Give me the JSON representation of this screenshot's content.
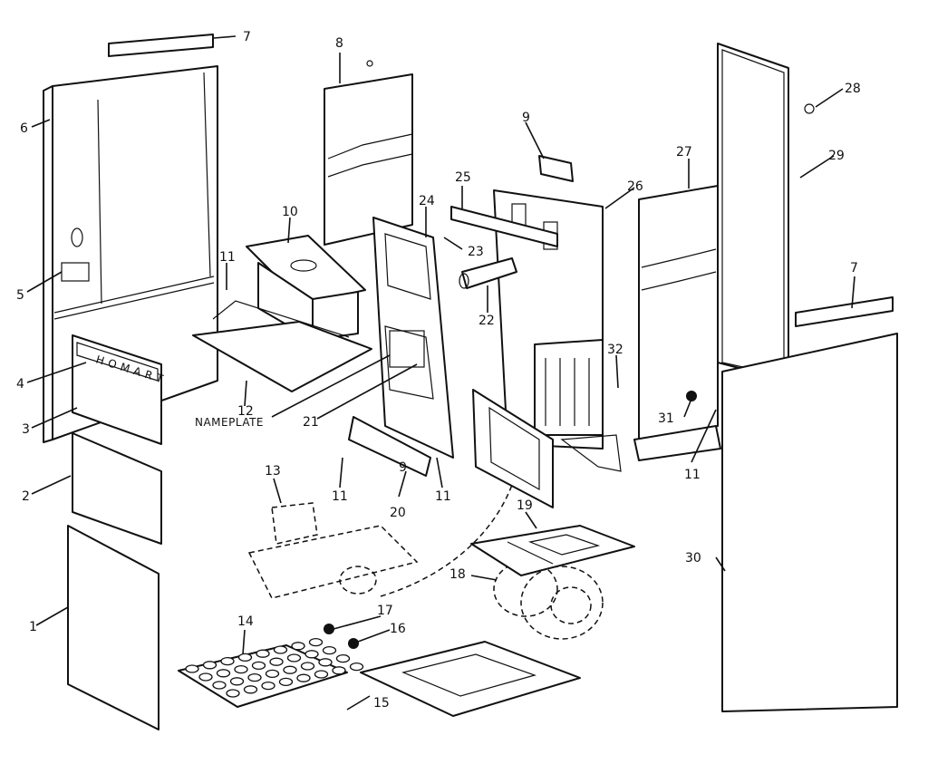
{
  "diagram": {
    "callouts": [
      {
        "id": "1",
        "text": "1"
      },
      {
        "id": "2",
        "text": "2"
      },
      {
        "id": "3",
        "text": "3"
      },
      {
        "id": "4",
        "text": "4"
      },
      {
        "id": "5",
        "text": "5"
      },
      {
        "id": "6",
        "text": "6"
      },
      {
        "id": "7a",
        "text": "7"
      },
      {
        "id": "7b",
        "text": "7"
      },
      {
        "id": "8",
        "text": "8"
      },
      {
        "id": "9a",
        "text": "9"
      },
      {
        "id": "9b",
        "text": "9"
      },
      {
        "id": "10",
        "text": "10"
      },
      {
        "id": "11a",
        "text": "11"
      },
      {
        "id": "11b",
        "text": "11"
      },
      {
        "id": "11c",
        "text": "11"
      },
      {
        "id": "11d",
        "text": "11"
      },
      {
        "id": "12",
        "text": "12"
      },
      {
        "id": "13",
        "text": "13"
      },
      {
        "id": "14",
        "text": "14"
      },
      {
        "id": "15",
        "text": "15"
      },
      {
        "id": "16",
        "text": "16"
      },
      {
        "id": "17",
        "text": "17"
      },
      {
        "id": "18",
        "text": "18"
      },
      {
        "id": "19",
        "text": "19"
      },
      {
        "id": "20",
        "text": "20"
      },
      {
        "id": "21",
        "text": "21"
      },
      {
        "id": "22",
        "text": "22"
      },
      {
        "id": "23",
        "text": "23"
      },
      {
        "id": "24",
        "text": "24"
      },
      {
        "id": "25",
        "text": "25"
      },
      {
        "id": "26",
        "text": "26"
      },
      {
        "id": "27",
        "text": "27"
      },
      {
        "id": "28",
        "text": "28"
      },
      {
        "id": "29",
        "text": "29"
      },
      {
        "id": "30",
        "text": "30"
      },
      {
        "id": "31",
        "text": "31"
      },
      {
        "id": "32",
        "text": "32"
      }
    ],
    "nameplate_label": "NAMEPLATE",
    "brand_text": "H O M A R T",
    "colors": {
      "line": "#111111",
      "background": "#ffffff"
    }
  }
}
